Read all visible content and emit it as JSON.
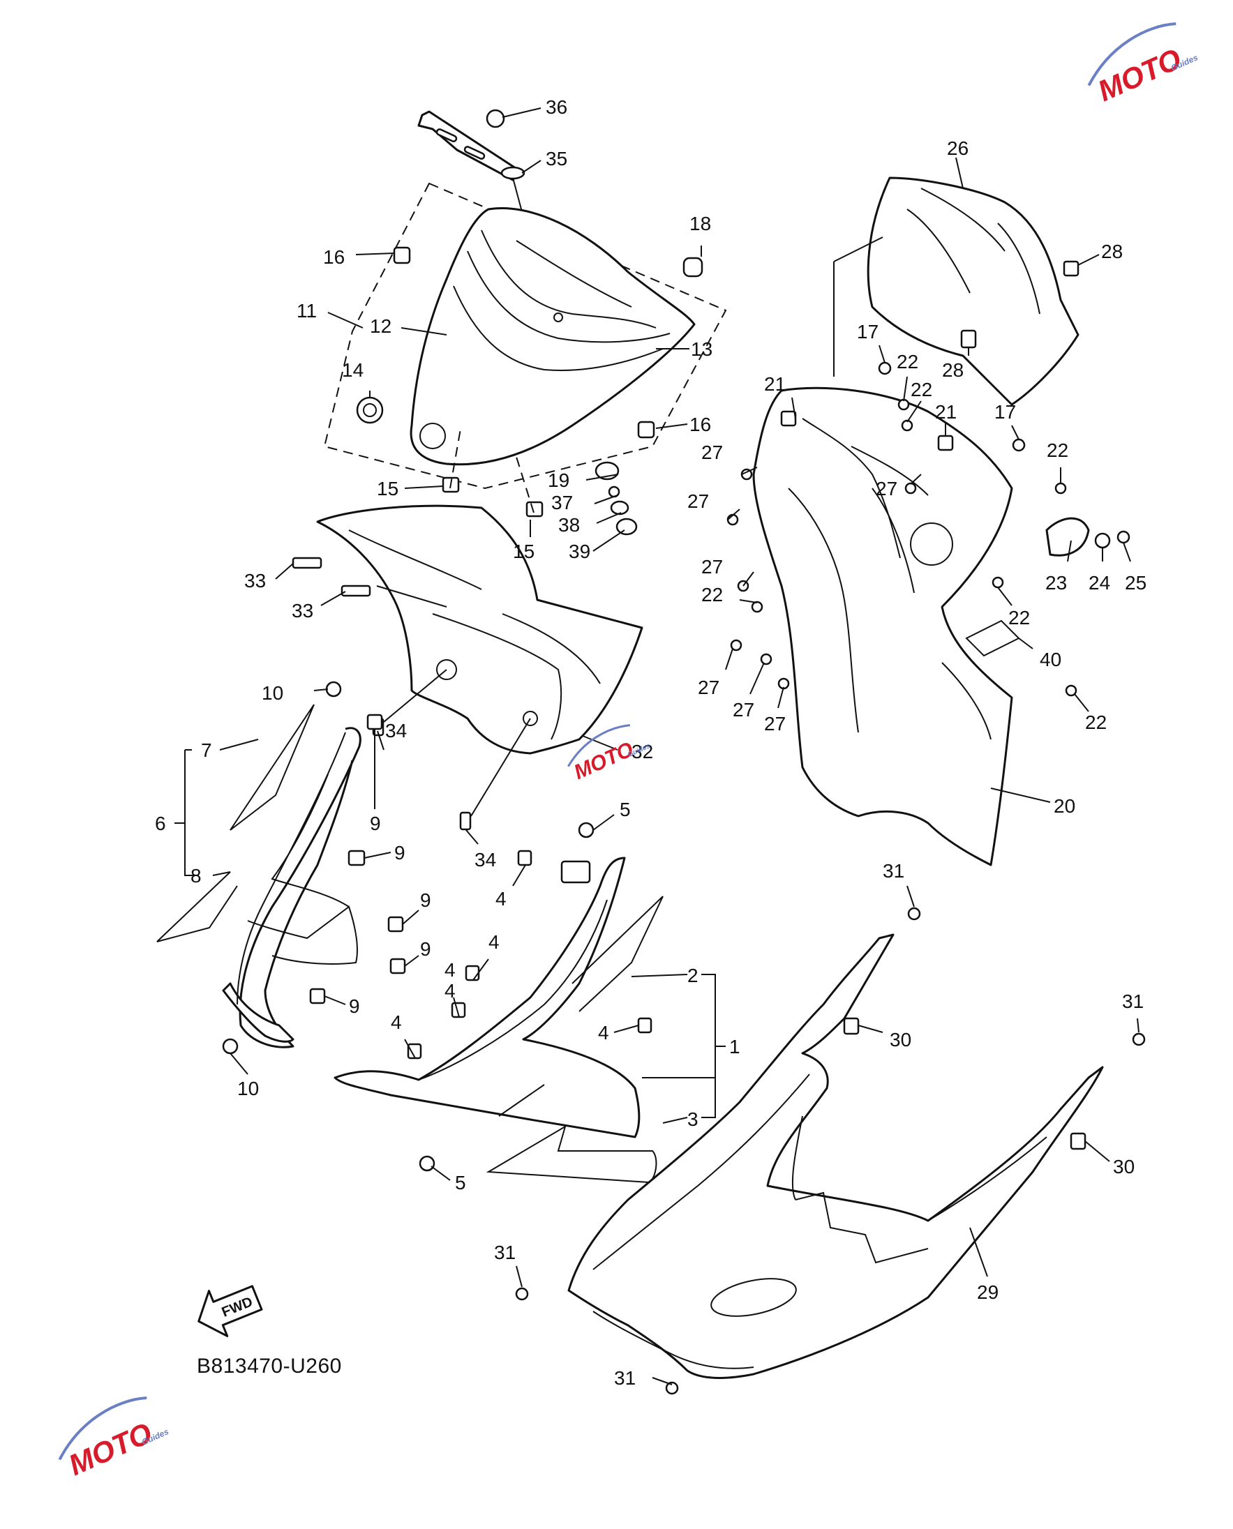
{
  "diagram_code": "B813470-U260",
  "fwd_label": "FWD",
  "watermark": {
    "brand": "MOTO",
    "sub": "Guides",
    "color_red": "#d81b2a",
    "color_blue": "#6a7fc4"
  },
  "callouts": [
    {
      "id": "c1",
      "text": "1"
    },
    {
      "id": "c2",
      "text": "2"
    },
    {
      "id": "c3",
      "text": "3"
    },
    {
      "id": "c4a",
      "text": "4"
    },
    {
      "id": "c4b",
      "text": "4"
    },
    {
      "id": "c4c",
      "text": "4"
    },
    {
      "id": "c4d",
      "text": "4"
    },
    {
      "id": "c4e",
      "text": "4"
    },
    {
      "id": "c4f",
      "text": "4"
    },
    {
      "id": "c5a",
      "text": "5"
    },
    {
      "id": "c5b",
      "text": "5"
    },
    {
      "id": "c6",
      "text": "6"
    },
    {
      "id": "c7",
      "text": "7"
    },
    {
      "id": "c8",
      "text": "8"
    },
    {
      "id": "c9a",
      "text": "9"
    },
    {
      "id": "c9b",
      "text": "9"
    },
    {
      "id": "c9c",
      "text": "9"
    },
    {
      "id": "c9d",
      "text": "9"
    },
    {
      "id": "c9e",
      "text": "9"
    },
    {
      "id": "c10a",
      "text": "10"
    },
    {
      "id": "c10b",
      "text": "10"
    },
    {
      "id": "c11",
      "text": "11"
    },
    {
      "id": "c12",
      "text": "12"
    },
    {
      "id": "c13",
      "text": "13"
    },
    {
      "id": "c14",
      "text": "14"
    },
    {
      "id": "c15a",
      "text": "15"
    },
    {
      "id": "c15b",
      "text": "15"
    },
    {
      "id": "c16a",
      "text": "16"
    },
    {
      "id": "c16b",
      "text": "16"
    },
    {
      "id": "c17a",
      "text": "17"
    },
    {
      "id": "c17b",
      "text": "17"
    },
    {
      "id": "c18",
      "text": "18"
    },
    {
      "id": "c19",
      "text": "19"
    },
    {
      "id": "c20",
      "text": "20"
    },
    {
      "id": "c21a",
      "text": "21"
    },
    {
      "id": "c21b",
      "text": "21"
    },
    {
      "id": "c22a",
      "text": "22"
    },
    {
      "id": "c22b",
      "text": "22"
    },
    {
      "id": "c22c",
      "text": "22"
    },
    {
      "id": "c22d",
      "text": "22"
    },
    {
      "id": "c22e",
      "text": "22"
    },
    {
      "id": "c22f",
      "text": "22"
    },
    {
      "id": "c22g",
      "text": "22"
    },
    {
      "id": "c23",
      "text": "23"
    },
    {
      "id": "c24",
      "text": "24"
    },
    {
      "id": "c25",
      "text": "25"
    },
    {
      "id": "c26",
      "text": "26"
    },
    {
      "id": "c27a",
      "text": "27"
    },
    {
      "id": "c27b",
      "text": "27"
    },
    {
      "id": "c27c",
      "text": "27"
    },
    {
      "id": "c27d",
      "text": "27"
    },
    {
      "id": "c27e",
      "text": "27"
    },
    {
      "id": "c27f",
      "text": "27"
    },
    {
      "id": "c27g",
      "text": "27"
    },
    {
      "id": "c28a",
      "text": "28"
    },
    {
      "id": "c28b",
      "text": "28"
    },
    {
      "id": "c29",
      "text": "29"
    },
    {
      "id": "c30a",
      "text": "30"
    },
    {
      "id": "c30b",
      "text": "30"
    },
    {
      "id": "c31a",
      "text": "31"
    },
    {
      "id": "c31b",
      "text": "31"
    },
    {
      "id": "c31c",
      "text": "31"
    },
    {
      "id": "c31d",
      "text": "31"
    },
    {
      "id": "c32",
      "text": "32"
    },
    {
      "id": "c33a",
      "text": "33"
    },
    {
      "id": "c33b",
      "text": "33"
    },
    {
      "id": "c34a",
      "text": "34"
    },
    {
      "id": "c34b",
      "text": "34"
    },
    {
      "id": "c35",
      "text": "35"
    },
    {
      "id": "c36",
      "text": "36"
    },
    {
      "id": "c37",
      "text": "37"
    },
    {
      "id": "c38",
      "text": "38"
    },
    {
      "id": "c39",
      "text": "39"
    },
    {
      "id": "c40",
      "text": "40"
    }
  ]
}
